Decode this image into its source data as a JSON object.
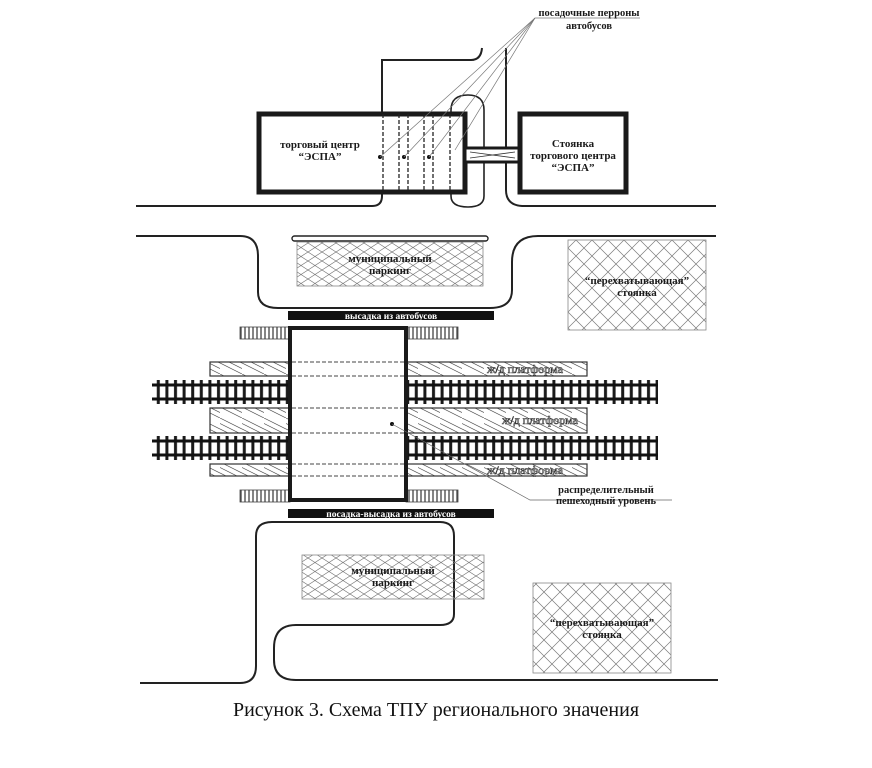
{
  "figure": {
    "caption": "Рисунок 3. Схема ТПУ регионального значения"
  },
  "labels": {
    "bus_platforms_line1": "посадочные перроны",
    "bus_platforms_line2": "автобусов",
    "mall_line1": "торговый центр",
    "mall_line2": "“ЭСПА”",
    "mall_parking_line1": "Стоянка",
    "mall_parking_line2": "торгового центра",
    "mall_parking_line3": "“ЭСПА”",
    "municipal_parking_top_line1": "муниципальный",
    "municipal_parking_top_line2": "паркинг",
    "intercept_parking_top_line1": "“перехватывающая”",
    "intercept_parking_top_line2": "стоянка",
    "bus_dropoff": "высадка из автобусов",
    "rail_platform_1": "ж/д платформа",
    "rail_platform_2": "ж/д платформа",
    "rail_platform_3": "ж/д платформа",
    "pedestrian_level_line1": "распределительный",
    "pedestrian_level_line2": "пешеходный уровень",
    "bus_boarding_dropoff": "посадка-высадка из автобусов",
    "municipal_parking_bottom_line1": "муниципальный",
    "municipal_parking_bottom_line2": "паркинг",
    "intercept_parking_bottom_line1": "“перехватывающая”",
    "intercept_parking_bottom_line2": "стоянка"
  },
  "colors": {
    "ink": "#1a1a1a",
    "hatch": "#6b6b6b",
    "background": "#ffffff"
  }
}
